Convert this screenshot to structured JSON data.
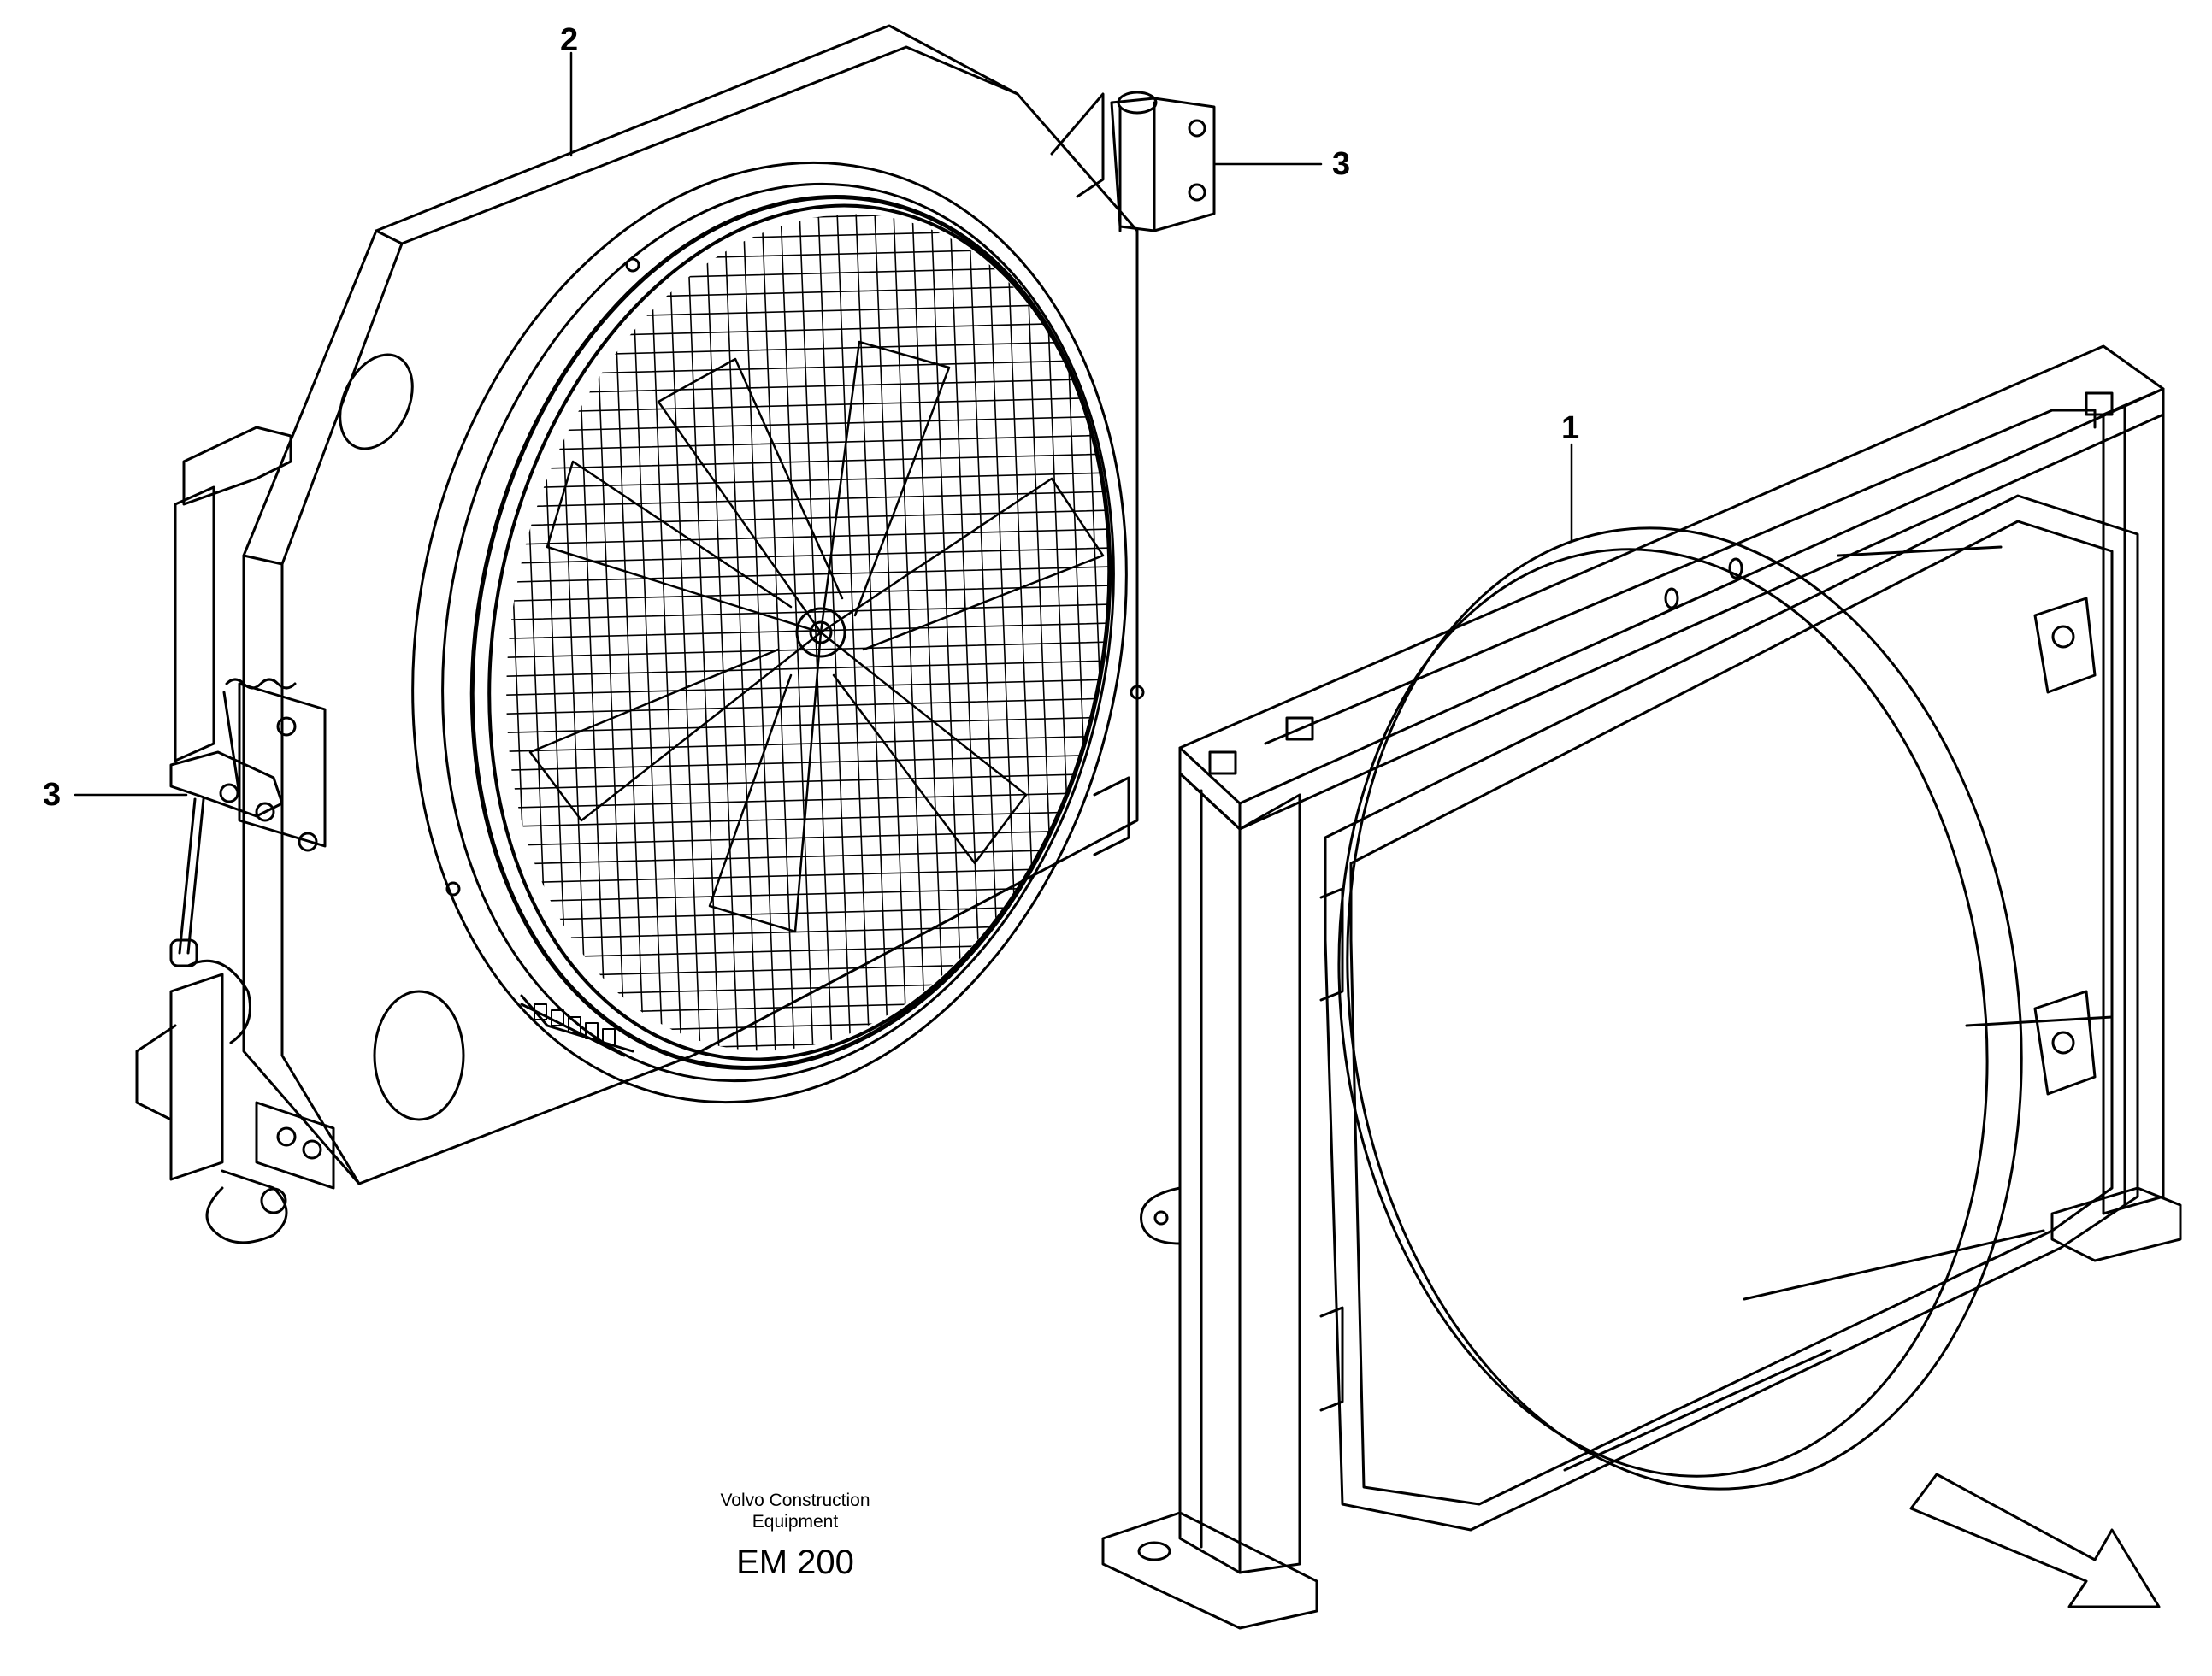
{
  "callouts": {
    "part1": "1",
    "part2": "2",
    "part3_top": "3",
    "part3_left": "3"
  },
  "footer": {
    "company_line1": "Volvo Construction",
    "company_line2": "Equipment",
    "code": "EM 200"
  },
  "colors": {
    "line": "#000000",
    "background": "#ffffff"
  }
}
